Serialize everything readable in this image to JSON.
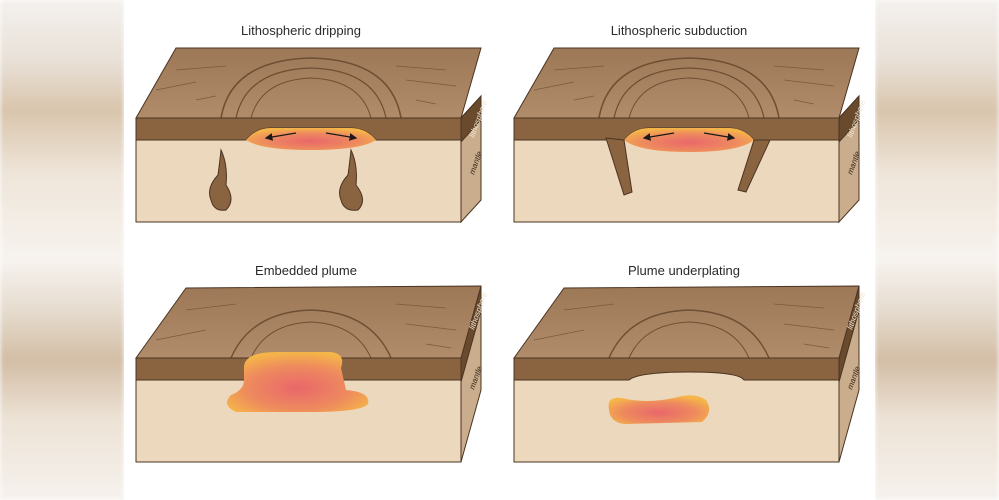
{
  "panels": [
    {
      "id": "dripping",
      "title": "Lithospheric dripping",
      "lithosphere_label": "lithosphere",
      "mantle_label": "mantle"
    },
    {
      "id": "subduction",
      "title": "Lithospheric subduction",
      "lithosphere_label": "lithosphere",
      "mantle_label": "mantle"
    },
    {
      "id": "embedded",
      "title": "Embedded plume",
      "lithosphere_label": "lithosphere",
      "mantle_label": "mantle"
    },
    {
      "id": "underplating",
      "title": "Plume underplating",
      "lithosphere_label": "lithosphere",
      "mantle_label": "mantle"
    }
  ],
  "colors": {
    "top_surface": "#a88463",
    "lithosphere_front": "#8a6440",
    "mantle_front": "#ecd8bd",
    "right_lithosphere": "#6a4a2c",
    "right_mantle": "#c9ad8c",
    "plume_core": "#e8706b",
    "plume_edge": "#f4b04a",
    "outline": "#4a3422"
  }
}
